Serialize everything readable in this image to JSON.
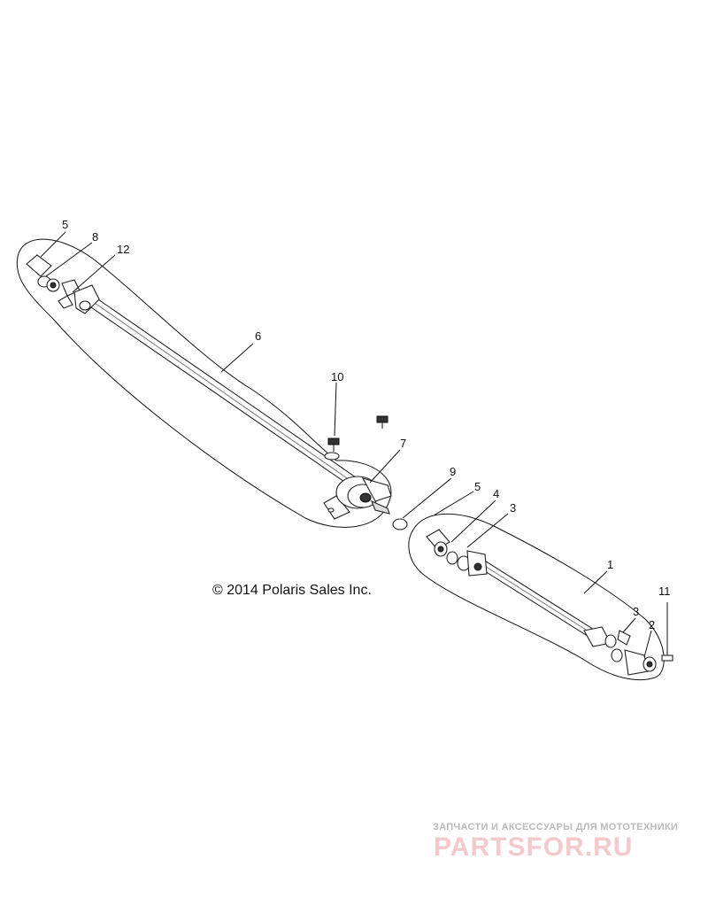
{
  "callouts": {
    "c1": "1",
    "c2": "2",
    "c3a": "3",
    "c3b": "3",
    "c4": "4",
    "c5a": "5",
    "c5b": "5",
    "c6": "6",
    "c7": "7",
    "c8": "8",
    "c9": "9",
    "c10": "10",
    "c11": "11",
    "c12": "12"
  },
  "copyright": "© 2014 Polaris Sales Inc.",
  "watermark": {
    "tagline": "ЗАПЧАСТИ И АКСЕССУАРЫ ДЛЯ МОТОТЕХНИКИ",
    "logo": "PARTSFOR.RU"
  }
}
